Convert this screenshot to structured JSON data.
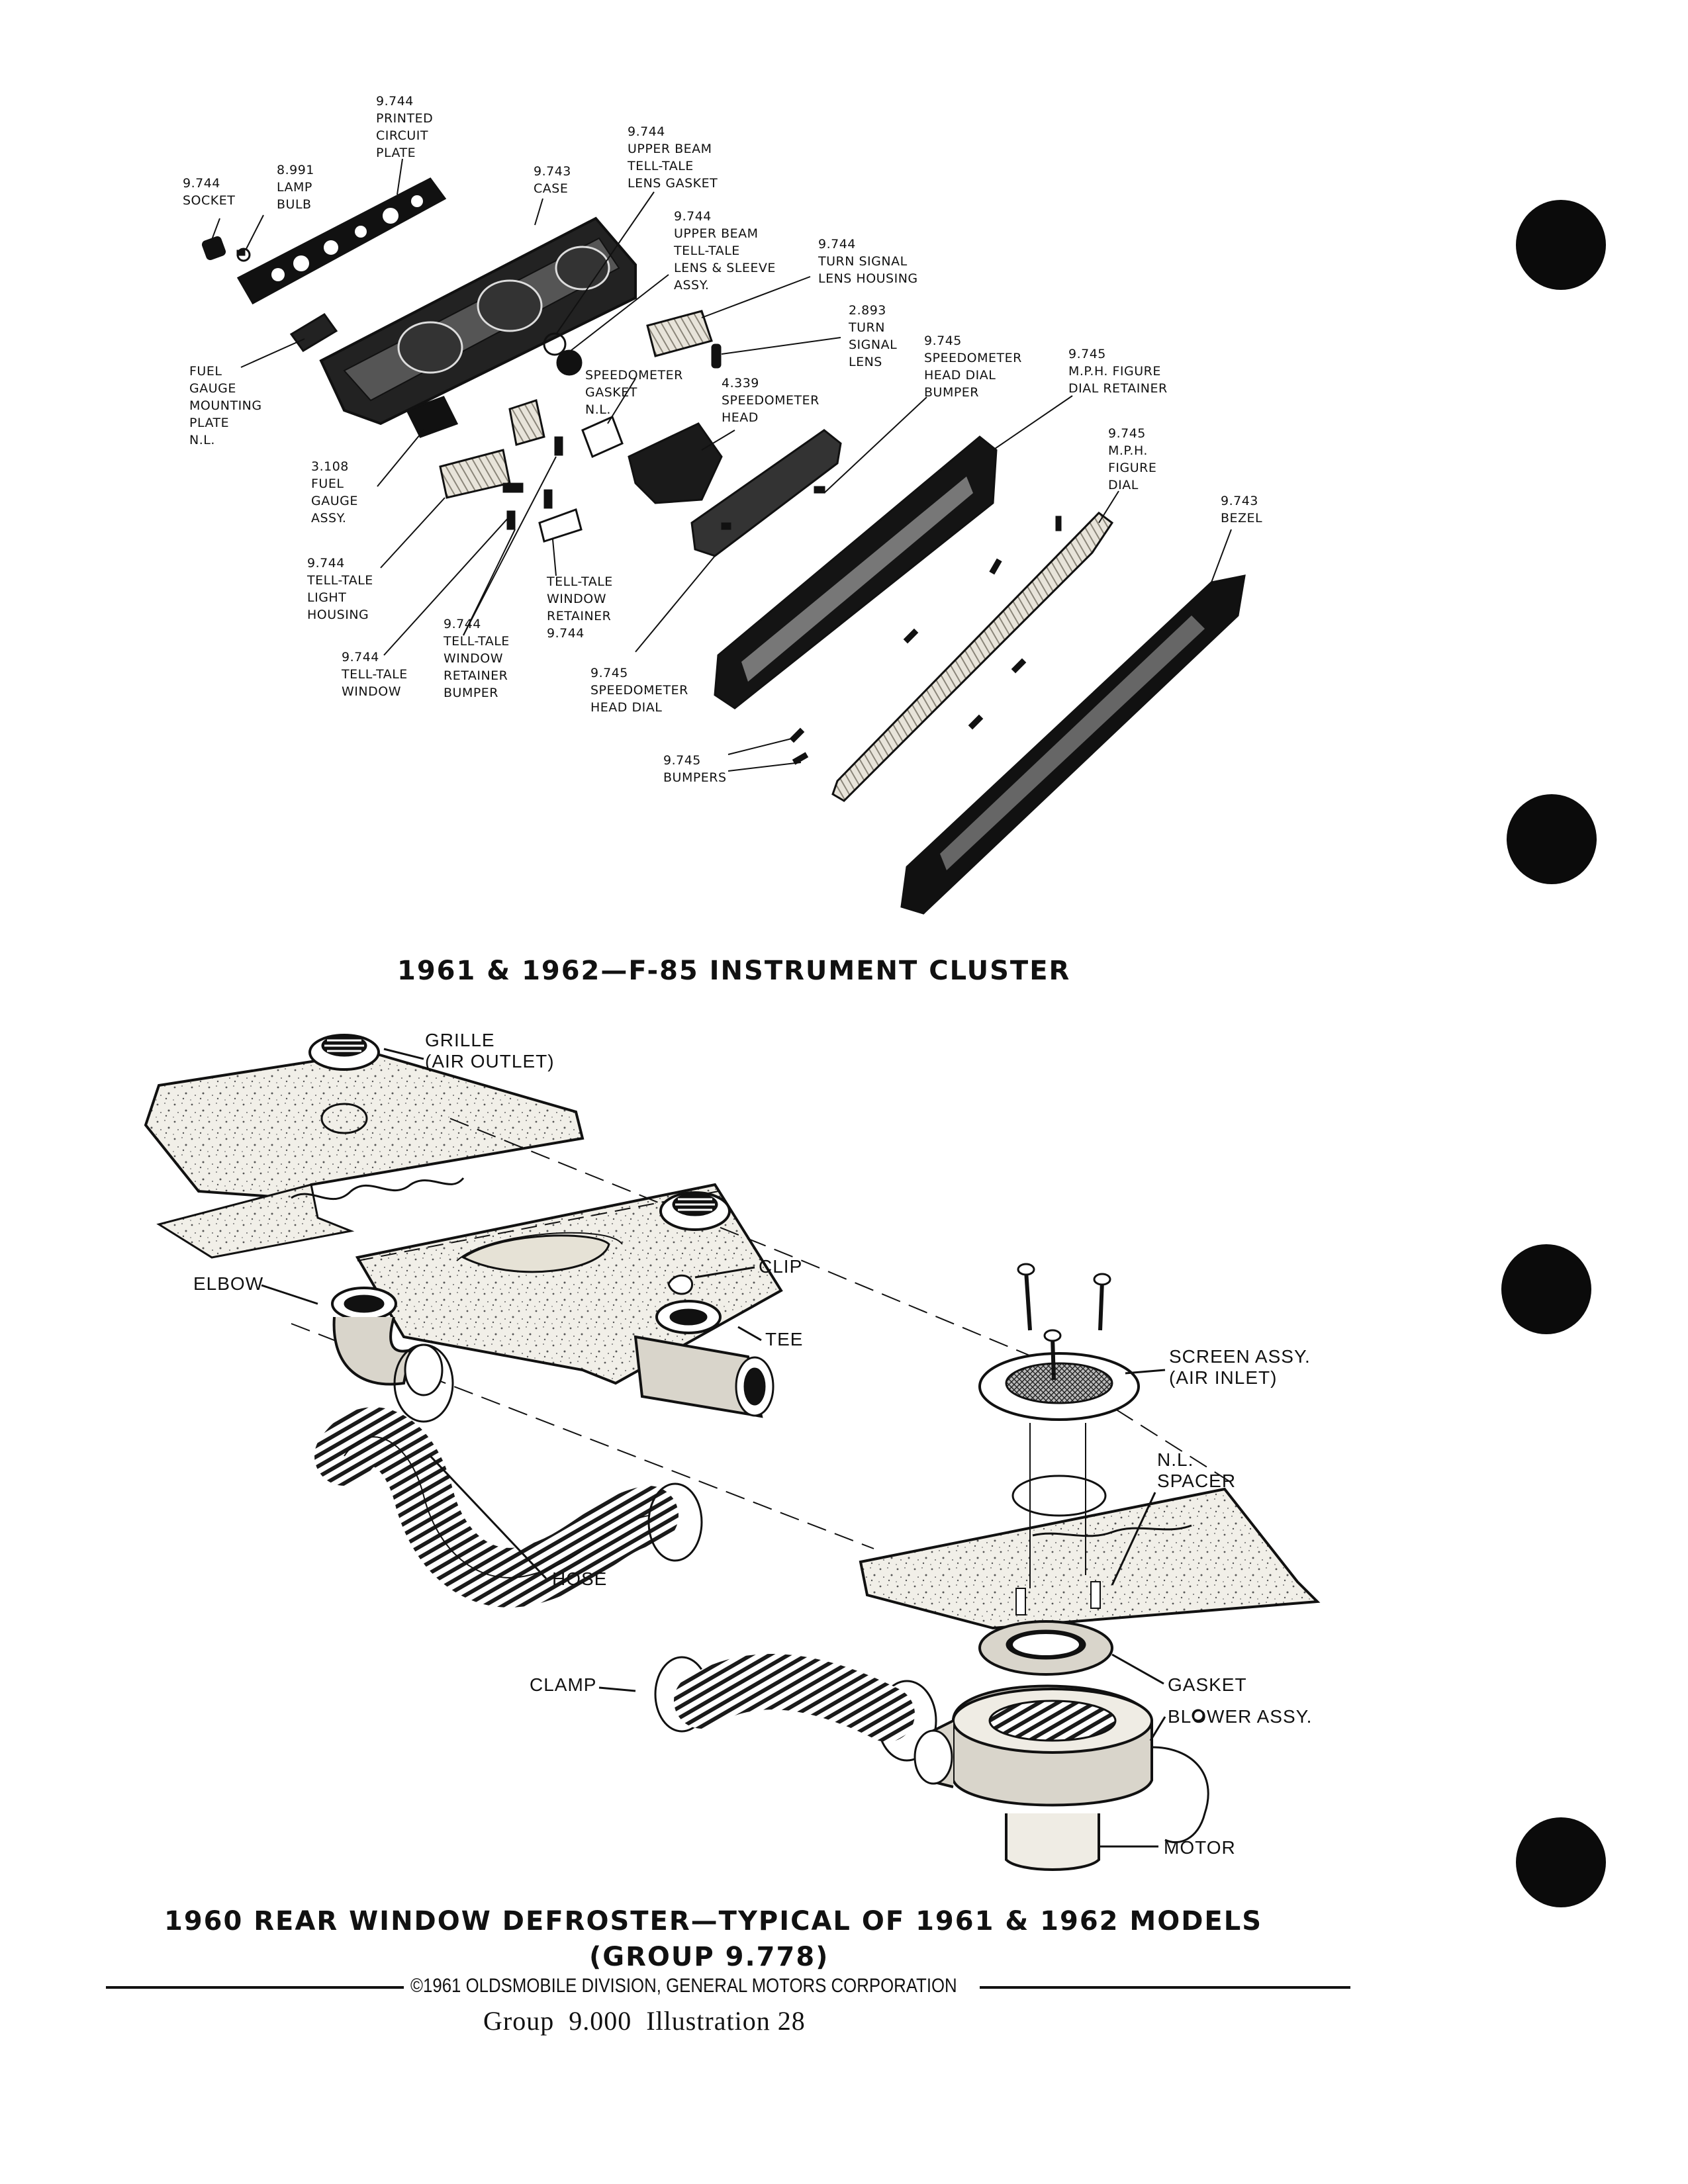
{
  "cluster": {
    "caption": "1961 & 1962—F-85 INSTRUMENT CLUSTER",
    "labels": {
      "socket": "9.744\nSOCKET",
      "lamp_bulb": "8.991\nLAMP\nBULB",
      "printed_circuit_plate": "9.744\nPRINTED\nCIRCUIT\nPLATE",
      "case": "9.743\nCASE",
      "upper_beam_gasket": "9.744\nUPPER BEAM\nTELL-TALE\nLENS GASKET",
      "upper_beam_lens_sleeve": "9.744\nUPPER BEAM\nTELL-TALE\nLENS & SLEEVE\nASSY.",
      "turn_signal_housing": "9.744\nTURN SIGNAL\nLENS HOUSING",
      "turn_signal_lens": "2.893\nTURN\nSIGNAL\nLENS",
      "fuel_gauge_plate": "FUEL\nGAUGE\nMOUNTING\nPLATE\nN.L.",
      "speedometer_gasket": "SPEEDOMETER\nGASKET\nN.L.",
      "speedometer_head": "4.339\nSPEEDOMETER\nHEAD",
      "head_dial_bumper": "9.745\nSPEEDOMETER\nHEAD DIAL\nBUMPER",
      "mph_retainer": "9.745\nM.P.H. FIGURE\nDIAL RETAINER",
      "mph_dial": "9.745\nM.P.H.\nFIGURE\nDIAL",
      "bezel": "9.743\nBEZEL",
      "fuel_gauge_assy": "3.108\nFUEL\nGAUGE\nASSY.",
      "light_housing": "9.744\nTELL-TALE\nLIGHT\nHOUSING",
      "window_retainer_bumper": "9.744\nTELL-TALE\nWINDOW\nRETAINER\nBUMPER",
      "window_retainer": "TELL-TALE\nWINDOW\nRETAINER\n9.744",
      "tell_tale_window": "9.744\nTELL-TALE\nWINDOW",
      "head_dial": "9.745\nSPEEDOMETER\nHEAD DIAL",
      "bumpers": "9.745\nBUMPERS"
    }
  },
  "defroster": {
    "caption_line1": "1960 REAR WINDOW DEFROSTER—TYPICAL OF 1961 & 1962 MODELS",
    "caption_line2": "(GROUP 9.778)",
    "labels": {
      "grille": "GRILLE\n(AIR OUTLET)",
      "elbow": "ELBOW",
      "clip": "CLIP",
      "tee": "TEE",
      "screen": "SCREEN ASSY.\n(AIR INLET)",
      "spacer": "N.L.\nSPACER",
      "hose": "HOSE",
      "clamp": "CLAMP",
      "gasket": "GASKET",
      "blower": "BLOWER ASSY.",
      "motor": "MOTOR"
    }
  },
  "footer": {
    "copyright": "©1961 OLDSMOBILE DIVISION, GENERAL MOTORS CORPORATION",
    "reference": "Group  9.000  Illustration 28"
  },
  "colors": {
    "ink": "#111111",
    "paper": "#ffffff",
    "carpet": "#f1efe8"
  }
}
